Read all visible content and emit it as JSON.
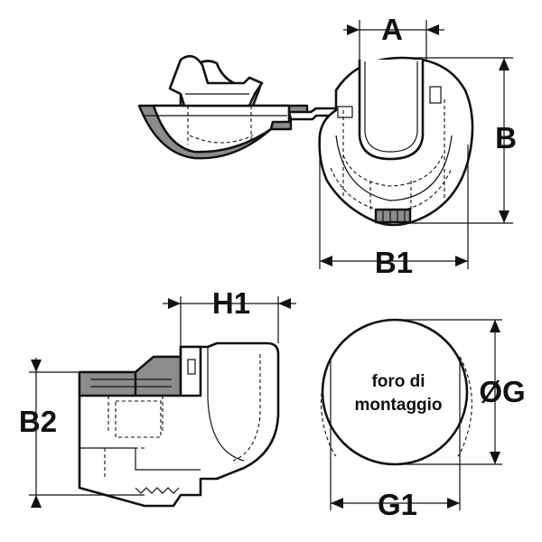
{
  "diagram": {
    "title": "Technical drawing of a hinged mounting clip",
    "dimensions": {
      "a": "A",
      "b": "B",
      "b1": "B1",
      "b2": "B2",
      "h1": "H1",
      "g": "ØG",
      "g1": "G1"
    },
    "mounting_hole": {
      "line1": "foro di",
      "line2": "montaggio"
    },
    "colors": {
      "line": "#111111",
      "shading": "#8c8c8c",
      "background": "#ffffff"
    }
  }
}
